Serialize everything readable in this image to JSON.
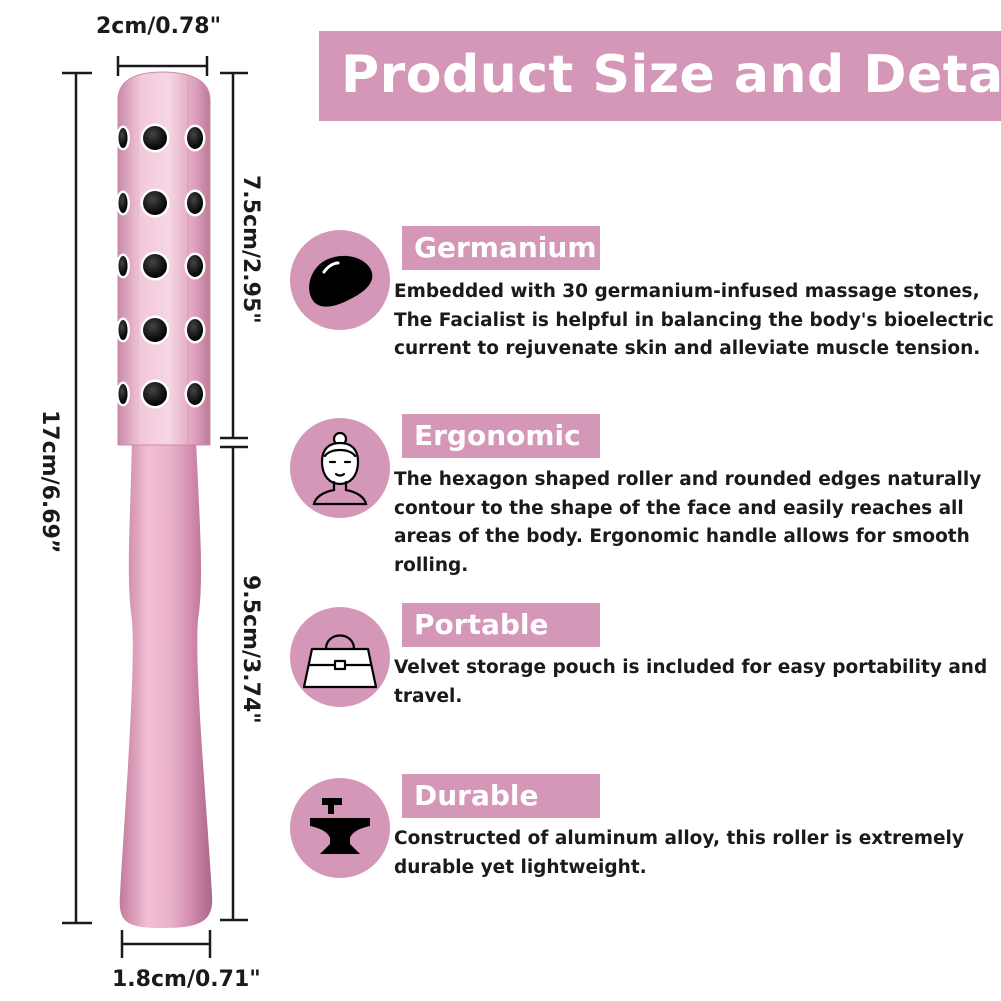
{
  "header": {
    "title": "Product Size and Detail"
  },
  "dimensions": {
    "top_width": "2cm/0.78\"",
    "total_length": "17cm/6.69”",
    "head_length": "7.5cm/2.95\"",
    "handle_length": "9.5cm/3.74\"",
    "bottom_width": "1.8cm/0.71\""
  },
  "features": [
    {
      "icon": "germanium-stone-icon",
      "title": "Germanium",
      "text": "Embedded with 30 germanium-infused massage stones, The Facialist is helpful in balancing the body's bioelectric current to rejuvenate skin and alleviate muscle tension."
    },
    {
      "icon": "woman-face-icon",
      "title": "Ergonomic",
      "text": "The hexagon shaped roller and rounded edges naturally contour to the shape of the face and easily reaches all areas of the body. Ergonomic handle allows for smooth rolling."
    },
    {
      "icon": "handbag-icon",
      "title": "Portable",
      "text": "Velvet storage pouch is included for easy portability and travel."
    },
    {
      "icon": "anvil-icon",
      "title": "Durable",
      "text": "Constructed of aluminum alloy, this roller is extremely durable yet lightweight."
    }
  ],
  "colors": {
    "accent": "#d497b7",
    "roller_pink": "#e9a9c6",
    "text": "#1a1a1a"
  }
}
